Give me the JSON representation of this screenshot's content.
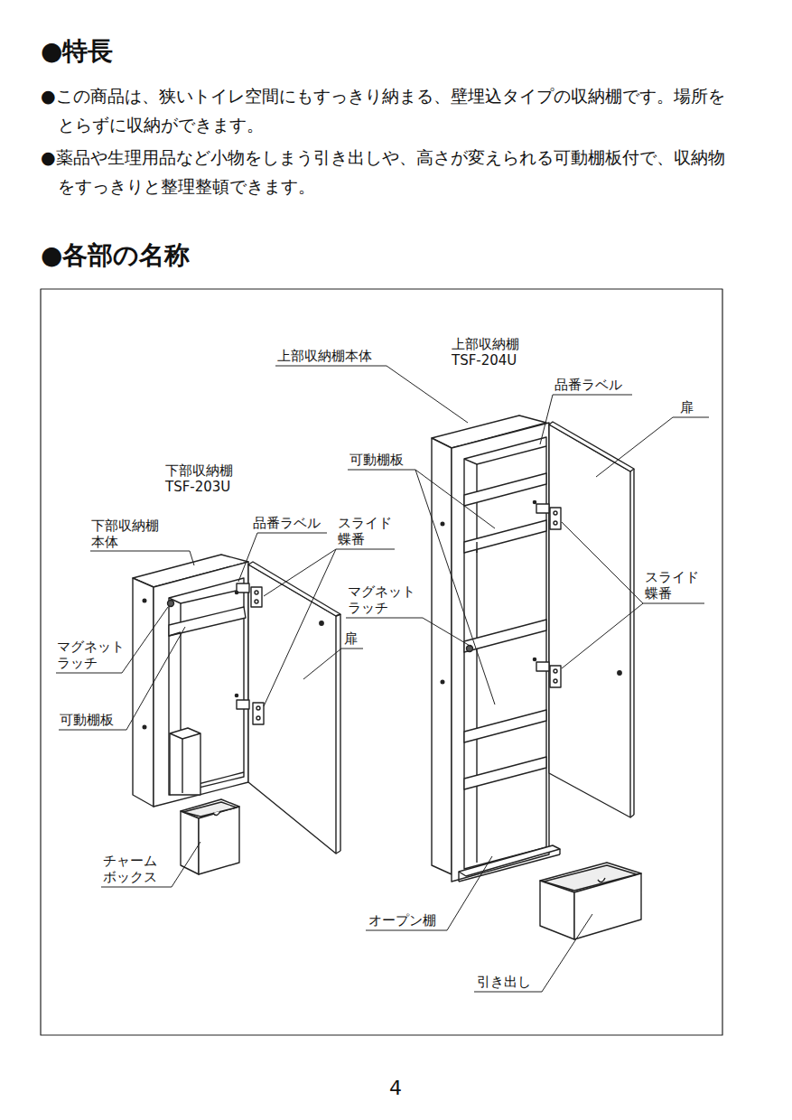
{
  "diagram": {
    "labels": [
      "●特長",
      "●この商品は、狭いトイレ空間にもすっきり納まる、壁埋込タイプの収納棚です。場所をとらずに収納ができます。",
      "●薬品や生理用品など小物をしまう引き出しや、高さが変えられる可動棚板付で、収納物をすっきりと整理整頓できます。",
      "●各部の名称",
      "上部収納棚本体",
      "上部収納棚 TSF-204U",
      "品番ラベル",
      "扉",
      "可動棚板",
      "下部収納棚 TSF-203U",
      "下部収納棚 本体",
      "品番ラベル",
      "スライド 蝶番",
      "マグネット ラッチ",
      "スライド 蝶番",
      "扉",
      "マグネット ラッチ",
      "可動棚板",
      "チャーム ボックス",
      "オープン棚",
      "引き出し",
      "4"
    ]
  }
}
